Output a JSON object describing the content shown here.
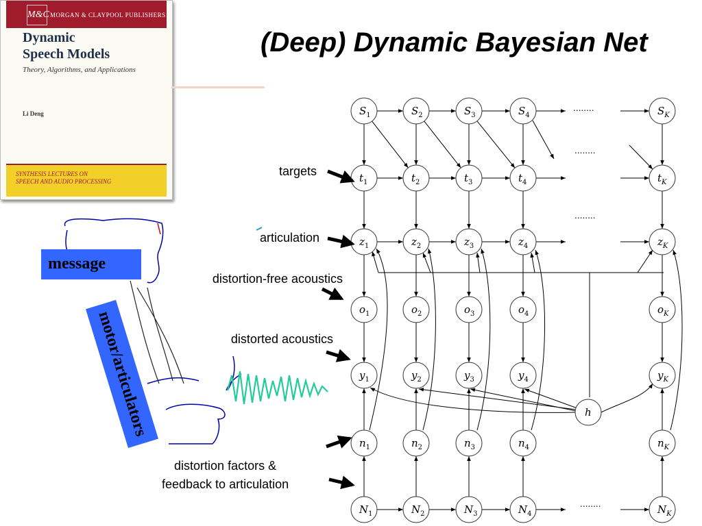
{
  "title": "(Deep) Dynamic Bayesian Net",
  "book": {
    "publisher": "MORGAN & CLAYPOOL PUBLISHERS",
    "logo": "M&C",
    "title_line1": "Dynamic",
    "title_line2": "Speech Models",
    "subtitle": "Theory, Algorithms, and Applications",
    "author": "Li Deng",
    "series_line1": "SYNTHESIS LECTURES ON",
    "series_line2": "SPEECH AND AUDIO PROCESSING"
  },
  "boxes": {
    "message": "message",
    "motor": "motor/articulators"
  },
  "labels": {
    "targets": "targets",
    "articulation": "articulation",
    "distortion_free": "distortion-free acoustics",
    "distorted": "distorted acoustics",
    "distortion_factors_1": "distortion factors &",
    "distortion_factors_2": "feedback to articulation"
  },
  "network": {
    "ellipsis": "........",
    "rows": [
      {
        "name": "S",
        "italic_subscript": false,
        "nodes": [
          {
            "base": "S",
            "sub": "1"
          },
          {
            "base": "S",
            "sub": "2"
          },
          {
            "base": "S",
            "sub": "3"
          },
          {
            "base": "S",
            "sub": "4"
          },
          {
            "base": "S",
            "sub": "K"
          }
        ]
      },
      {
        "name": "t",
        "nodes": [
          {
            "base": "t",
            "sub": "1"
          },
          {
            "base": "t",
            "sub": "2"
          },
          {
            "base": "t",
            "sub": "3"
          },
          {
            "base": "t",
            "sub": "4"
          },
          {
            "base": "t",
            "sub": "K"
          }
        ]
      },
      {
        "name": "z",
        "nodes": [
          {
            "base": "z",
            "sub": "1"
          },
          {
            "base": "z",
            "sub": "2"
          },
          {
            "base": "z",
            "sub": "3"
          },
          {
            "base": "z",
            "sub": "4"
          },
          {
            "base": "z",
            "sub": "K"
          }
        ]
      },
      {
        "name": "o",
        "nodes": [
          {
            "base": "o",
            "sub": "1"
          },
          {
            "base": "o",
            "sub": "2"
          },
          {
            "base": "o",
            "sub": "3"
          },
          {
            "base": "o",
            "sub": "4"
          },
          {
            "base": "o",
            "sub": "K"
          }
        ]
      },
      {
        "name": "y",
        "nodes": [
          {
            "base": "y",
            "sub": "1"
          },
          {
            "base": "y",
            "sub": "2"
          },
          {
            "base": "y",
            "sub": "3"
          },
          {
            "base": "y",
            "sub": "4"
          },
          {
            "base": "y",
            "sub": "K"
          }
        ]
      },
      {
        "name": "n",
        "nodes": [
          {
            "base": "n",
            "sub": "1"
          },
          {
            "base": "n",
            "sub": "2"
          },
          {
            "base": "n",
            "sub": "3"
          },
          {
            "base": "n",
            "sub": "4"
          },
          {
            "base": "n",
            "sub": "K"
          }
        ]
      },
      {
        "name": "N",
        "nodes": [
          {
            "base": "N",
            "sub": "1"
          },
          {
            "base": "N",
            "sub": "2"
          },
          {
            "base": "N",
            "sub": "3"
          },
          {
            "base": "N",
            "sub": "4"
          },
          {
            "base": "N",
            "sub": "K"
          }
        ]
      }
    ],
    "hidden_node": "h"
  },
  "colors": {
    "box_blue": "#3366ff",
    "wave_teal": "#22cc99",
    "book_red": "#a01c2d",
    "book_yellow": "#f3cf2a"
  }
}
